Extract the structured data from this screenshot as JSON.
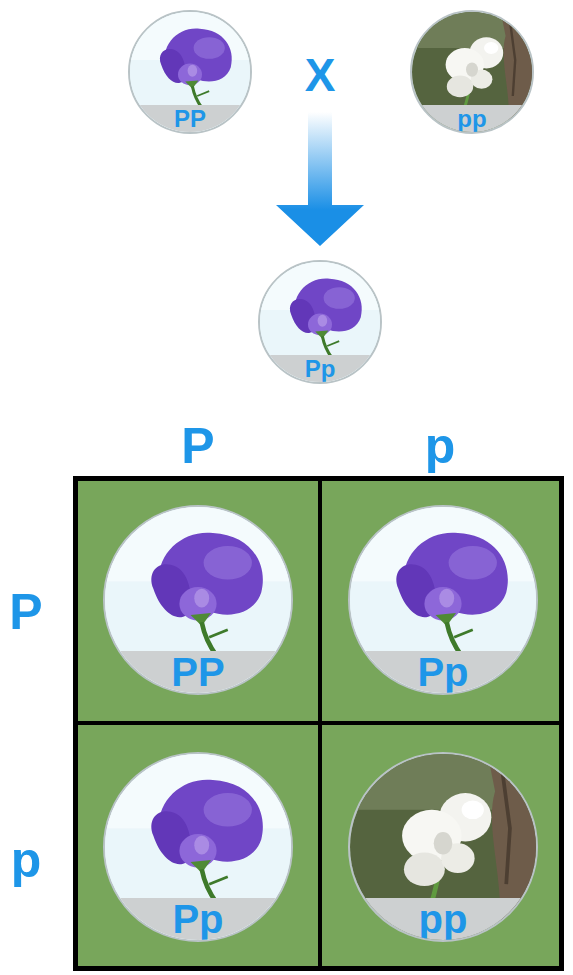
{
  "diagram": {
    "nodes": [
      {
        "text": [
          "PP"
        ]
      },
      {
        "text": [
          "pp"
        ]
      },
      {
        "text": [
          "Pp"
        ]
      },
      {
        "text": [
          "PP"
        ]
      },
      {
        "text": [
          "Pp"
        ]
      },
      {
        "text": [
          "Pp"
        ]
      },
      {
        "text": [
          "pp"
        ]
      }
    ],
    "labels": [
      "X",
      "P",
      "p",
      "P",
      "p"
    ]
  }
}
